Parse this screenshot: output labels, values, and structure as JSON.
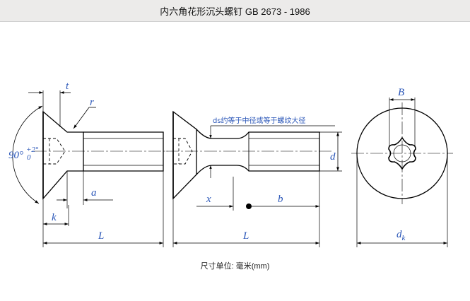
{
  "header": {
    "title": "内六角花形沉头螺钉 GB 2673 - 1986"
  },
  "labels": {
    "t": "t",
    "r": "r",
    "angle_main": "90°",
    "angle_tol_plus": "+2°",
    "angle_tol_minus": "0",
    "a": "a",
    "k": "k",
    "L_left": "L",
    "L_mid": "L",
    "x": "x",
    "b": "b",
    "d": "d",
    "B": "B",
    "dk_base": "d",
    "dk_sub": "k",
    "ds_note": "ds约等于中径或等于螺纹大径"
  },
  "caption": {
    "unit_text": "尺寸单位: 毫米(mm)"
  },
  "colors": {
    "annotation": "#2a56b8",
    "drawing": "#000000",
    "header_bg": "#ecebea"
  }
}
